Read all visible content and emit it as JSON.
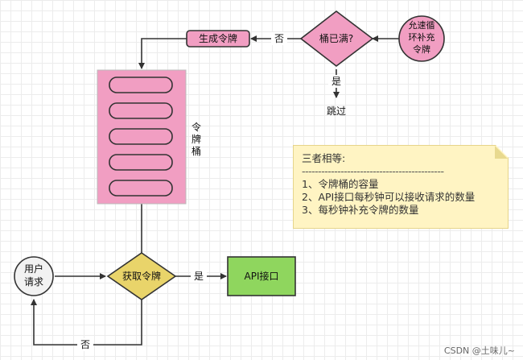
{
  "diagram": {
    "refill_node": [
      "允速循",
      "环补充",
      "令牌"
    ],
    "bucket_full_node": "桶已满?",
    "generate_token_node": "生成令牌",
    "edge_no_top": "否",
    "edge_yes_top": "是",
    "skip_label": "跳过",
    "bucket_label": [
      "令",
      "牌",
      "桶"
    ],
    "user_request_node": [
      "用户",
      "请求"
    ],
    "get_token_node": "获取令牌",
    "edge_yes_bottom": "是",
    "api_node": "API接口",
    "edge_no_bottom": "否"
  },
  "note": {
    "title": "三者相等:",
    "separator": "--------------------------------------------",
    "items": [
      "1、令牌桶的容量",
      "2、API接口每秒钟可以接收请求的数量",
      "3、每秒钟补充令牌的数量"
    ]
  },
  "watermark": "CSDN @土味儿~",
  "colors": {
    "pink": "#f19ec2",
    "yellow": "#e9d46a",
    "green": "#8fd65e",
    "gray_node": "#f2f2f2",
    "note_bg": "#fff4c3"
  }
}
